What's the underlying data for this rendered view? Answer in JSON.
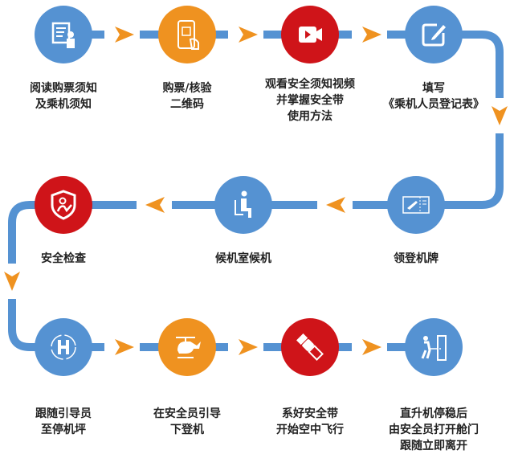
{
  "colors": {
    "blue": "#5592d2",
    "orange": "#ef9220",
    "red": "#cf1419",
    "line": "#5592d2",
    "arrow": "#ef9220"
  },
  "steps": [
    {
      "icon": "document-person-icon",
      "color": "blue",
      "lines": [
        "阅读购票须知",
        "及乘机须知"
      ]
    },
    {
      "icon": "phone-qr-code-icon",
      "color": "orange",
      "lines": [
        "购票/核验",
        "二维码"
      ]
    },
    {
      "icon": "video-camera-icon",
      "color": "red",
      "lines": [
        "观看安全须知视频",
        "并掌握安全带",
        "使用方法"
      ]
    },
    {
      "icon": "edit-form-icon",
      "color": "blue",
      "lines": [
        "填写",
        "《乘机人员登记表》"
      ]
    },
    {
      "icon": "boarding-pass-icon",
      "color": "blue",
      "lines": [
        "领登机牌"
      ]
    },
    {
      "icon": "seated-person-icon",
      "color": "blue",
      "lines": [
        "候机室候机"
      ]
    },
    {
      "icon": "security-shield-icon",
      "color": "red",
      "lines": [
        "安全检查"
      ]
    },
    {
      "icon": "helipad-icon",
      "color": "blue",
      "lines": [
        "跟随引导员",
        "至停机坪"
      ]
    },
    {
      "icon": "helicopter-icon",
      "color": "orange",
      "lines": [
        "在安全员引导",
        "下登机"
      ]
    },
    {
      "icon": "seatbelt-icon",
      "color": "red",
      "lines": [
        "系好安全带",
        "开始空中飞行"
      ]
    },
    {
      "icon": "exit-door-icon",
      "color": "blue",
      "lines": [
        "直升机停稳后",
        "由安全员打开舱门",
        "跟随立即离开"
      ]
    }
  ]
}
